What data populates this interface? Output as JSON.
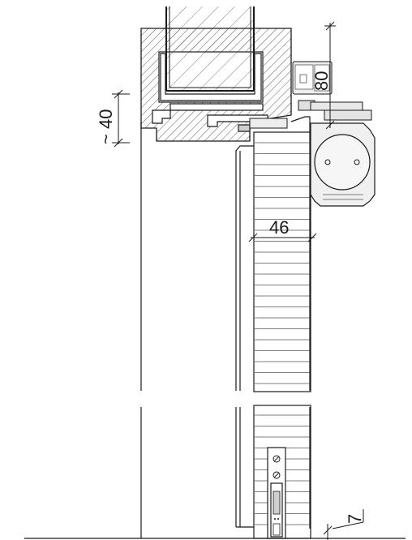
{
  "dimensions": {
    "header_gap": "~ 40",
    "mount_height": "80",
    "leaf_thickness": "46",
    "floor_clearance": "7"
  },
  "colors": {
    "line": "#1a1a1a",
    "hatch": "#333333",
    "profile_fill": "#f2f2f2",
    "bracket_fill": "#e4e4e4"
  }
}
